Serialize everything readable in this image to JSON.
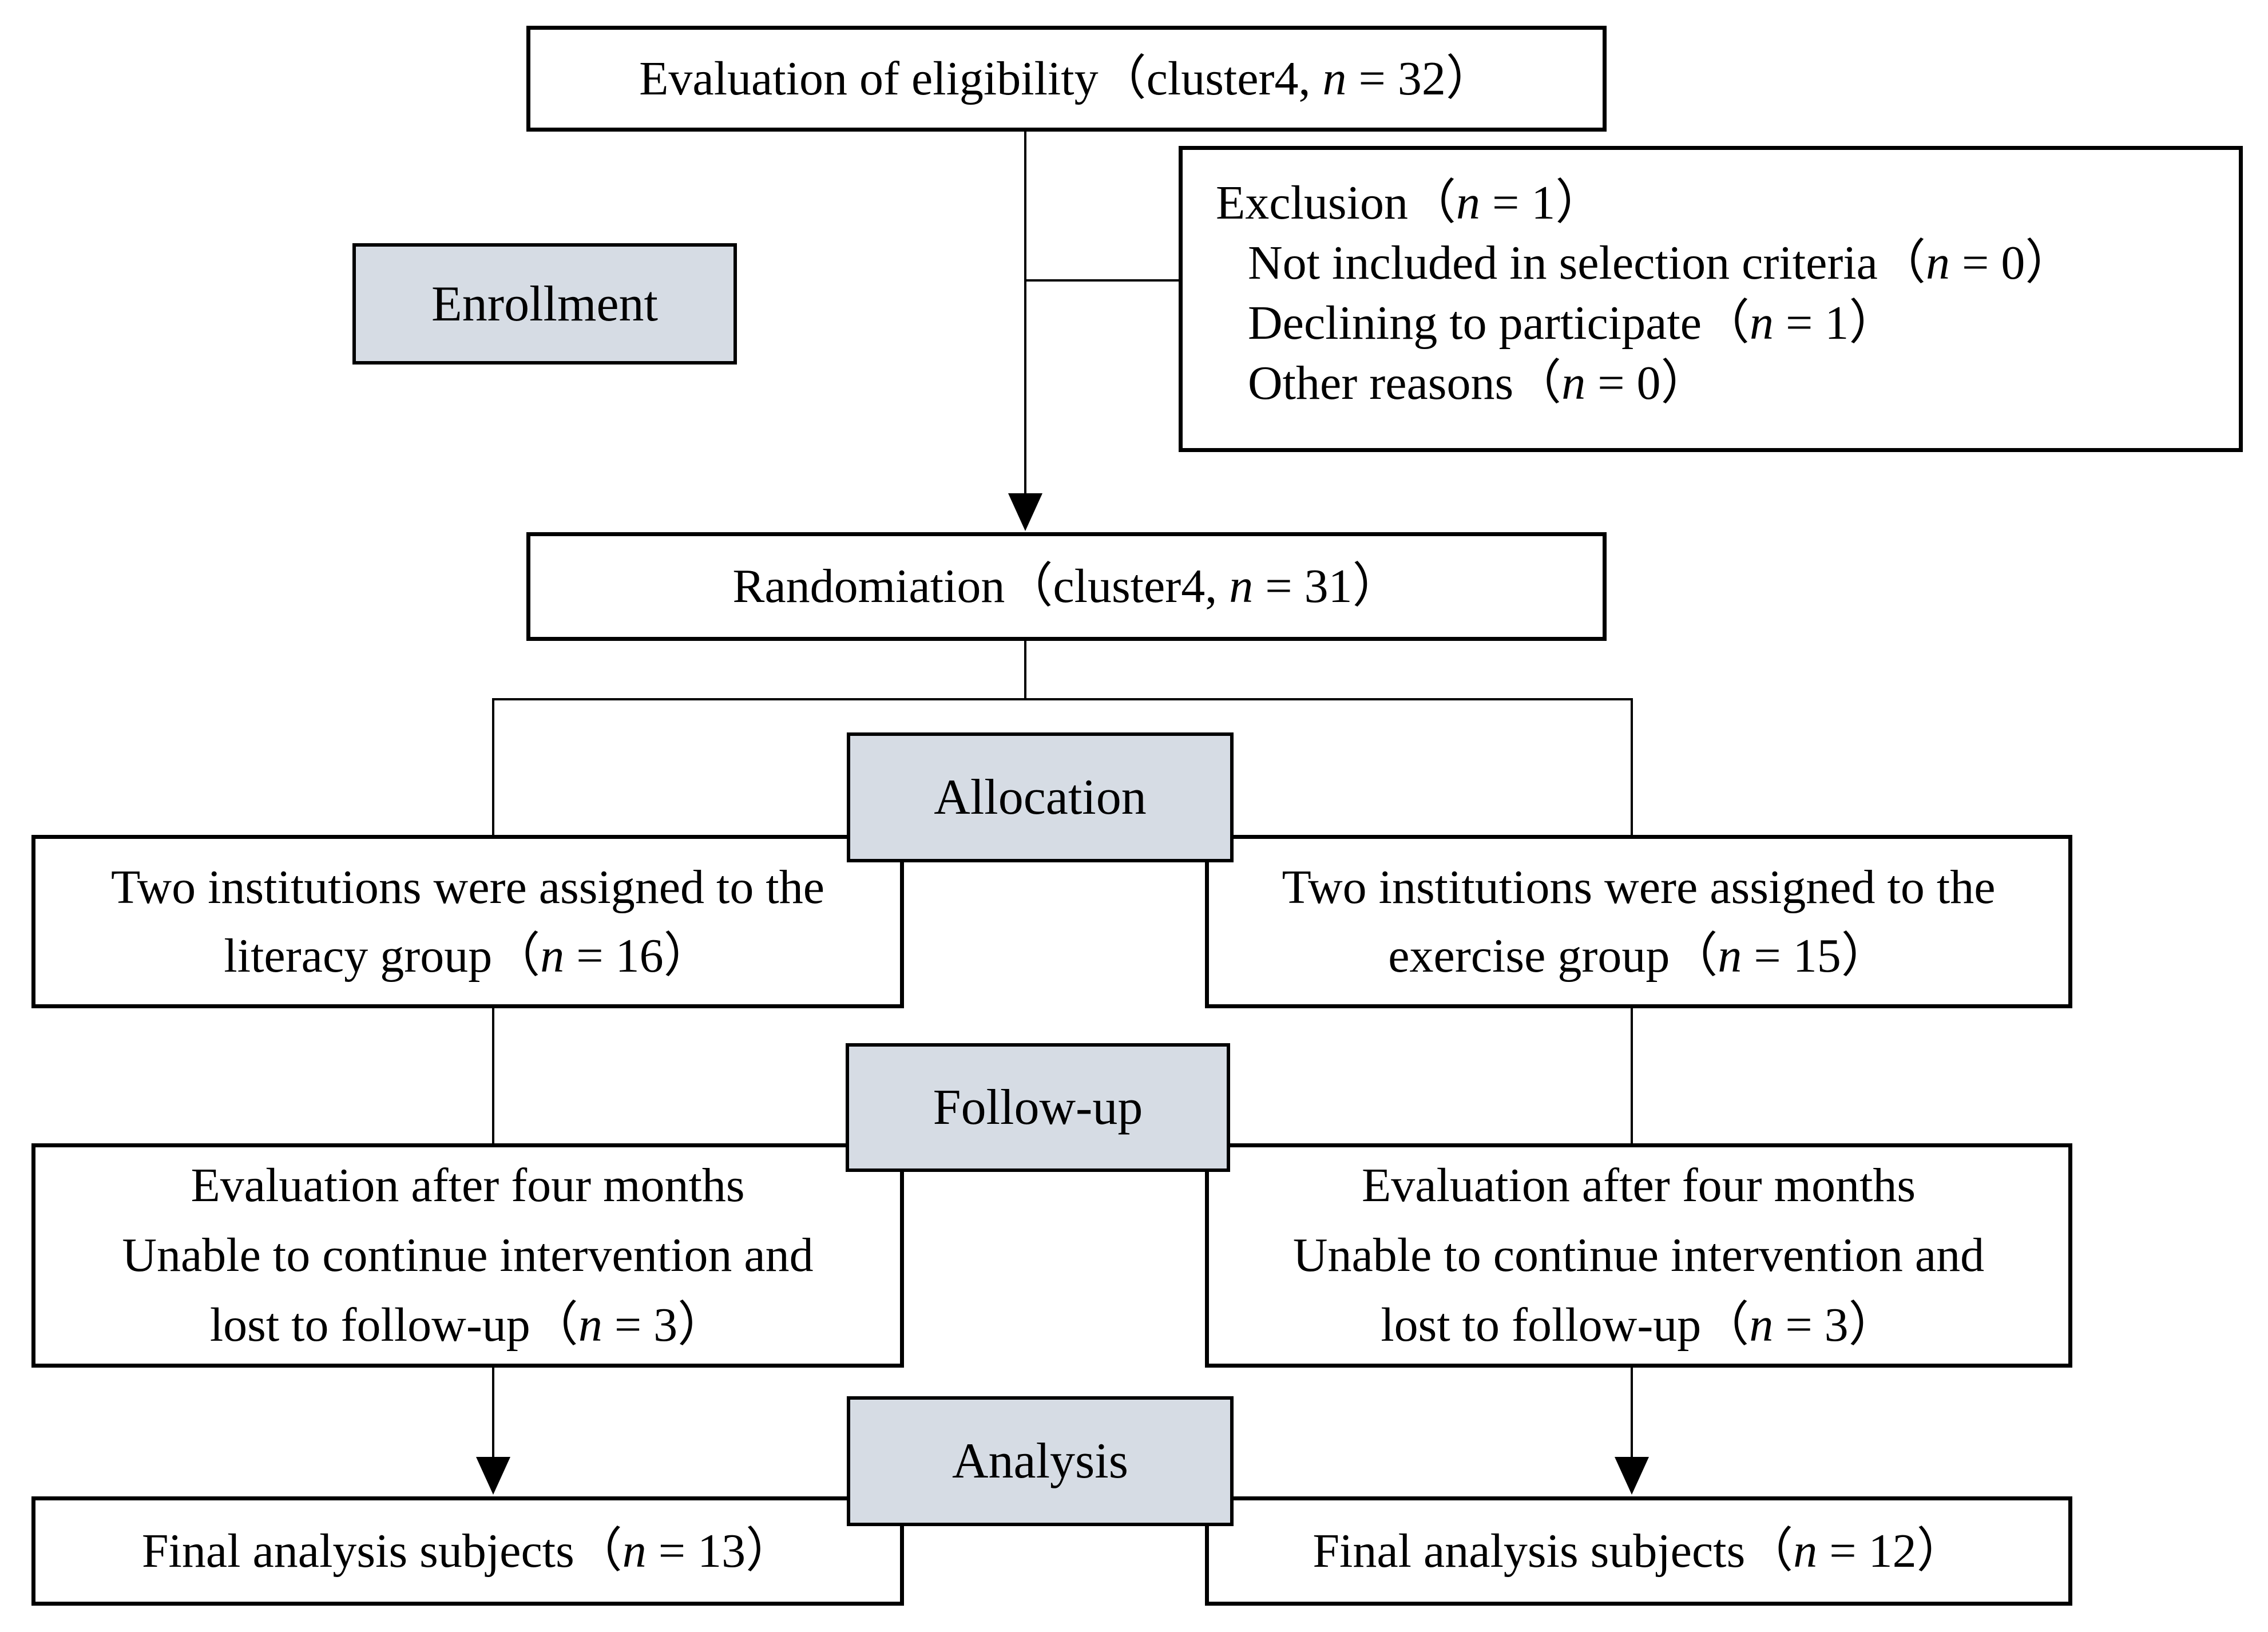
{
  "diagram": {
    "colors": {
      "label_fill": "#d6dce4",
      "box_fill": "#ffffff",
      "border": "#000000",
      "background": "#ffffff"
    },
    "stages": {
      "enrollment": "Enrollment",
      "allocation": "Allocation",
      "followup": "Follow-up",
      "analysis": "Analysis"
    },
    "boxes": {
      "eligibility": "Evaluation of eligibility（cluster4, n = 32）",
      "exclusion": {
        "lines": [
          "Exclusion（n = 1）",
          "Not included in selection criteria（n = 0）",
          "Declining to participate（n = 1）",
          "Other reasons（n = 0）"
        ]
      },
      "randomization": "Randomiation（cluster4, n = 31）",
      "allocation_left": [
        "Two institutions were assigned to the",
        "literacy group（n = 16）"
      ],
      "allocation_right": [
        "Two institutions were assigned to the",
        "exercise group（n = 15）"
      ],
      "followup_left": [
        "Evaluation after four months",
        "Unable to continue intervention and",
        "lost to follow-up（n = 3）"
      ],
      "followup_right": [
        "Evaluation after four months",
        "Unable to continue intervention and",
        "lost to follow-up（n = 3）"
      ],
      "final_left": "Final analysis subjects（n = 13）",
      "final_right": "Final analysis subjects（n = 12）"
    }
  }
}
